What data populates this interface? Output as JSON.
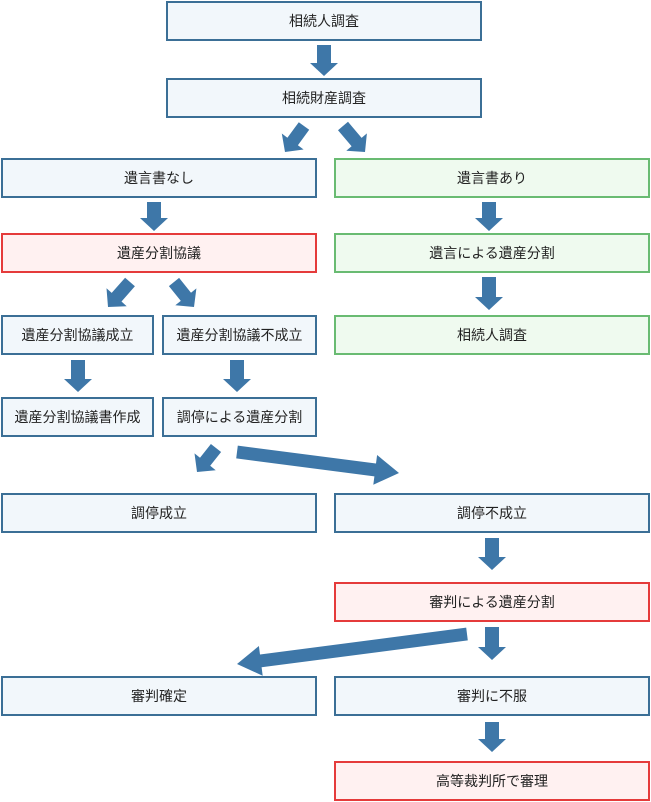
{
  "diagram": {
    "nodes": {
      "heir_survey_top": "相続人調査",
      "estate_survey": "相続財産調査",
      "no_will": "遺言書なし",
      "has_will": "遺言書あり",
      "division_negotiation": "遺産分割協議",
      "division_by_will": "遺言による遺産分割",
      "heir_survey_will": "相続人調査",
      "negotiation_success": "遺産分割協議成立",
      "negotiation_failure": "遺産分割協議不成立",
      "agreement_document": "遺産分割協議書作成",
      "division_by_mediation": "調停による遺産分割",
      "mediation_success": "調停成立",
      "mediation_failure": "調停不成立",
      "division_by_adjudication": "審判による遺産分割",
      "adjudication_final": "審判確定",
      "adjudication_appeal": "審判に不服",
      "high_court_review": "高等裁判所で審理"
    },
    "colors": {
      "arrow": "#3e77a8",
      "blue_fill": "#f2f7fb",
      "blue_border": "#3b6f96",
      "green_fill": "#effaef",
      "green_border": "#69bb72",
      "red_fill": "#fff1f1",
      "red_border": "#e53b3b"
    }
  }
}
